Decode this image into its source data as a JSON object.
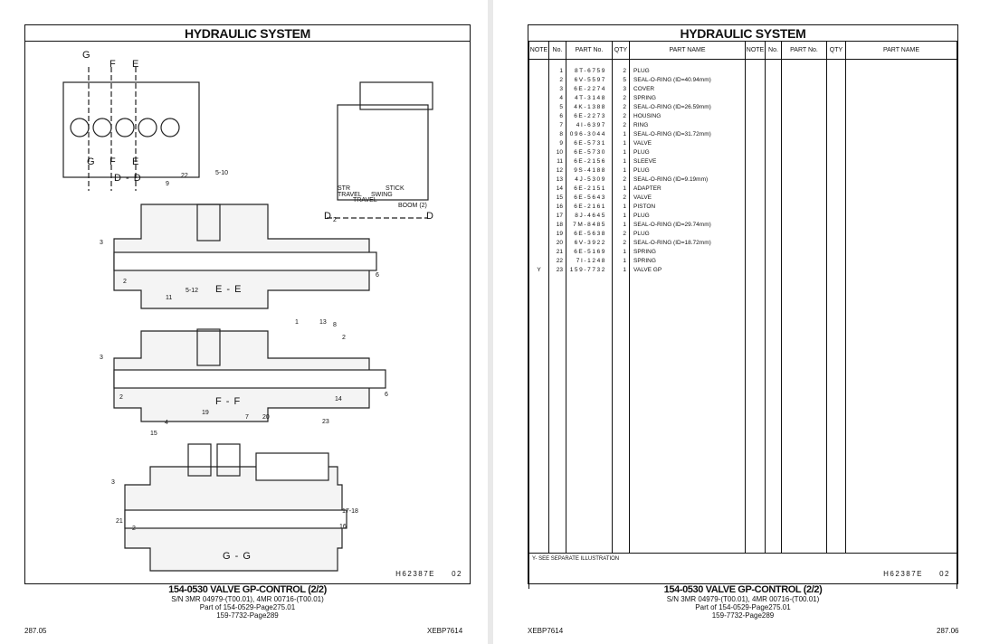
{
  "left_page": {
    "title": "HYDRAULIC  SYSTEM",
    "sections": [
      "D - D",
      "E - E",
      "F - F",
      "G - G"
    ],
    "view_labels": [
      "G",
      "F",
      "E",
      "G",
      "F",
      "E",
      "D",
      "D",
      "STR",
      "TRAVEL",
      "TRAVEL",
      "STICK",
      "SWING",
      "BOOM (2)"
    ],
    "callouts": [
      "22",
      "5-10",
      "9",
      "3",
      "2",
      "2",
      "6",
      "5-12",
      "11",
      "1",
      "13",
      "8",
      "2",
      "3",
      "2",
      "14",
      "6",
      "19",
      "7",
      "20",
      "4",
      "15",
      "23",
      "3",
      "21",
      "2",
      "17-18",
      "16"
    ],
    "drawing_code": "H62387E",
    "drawing_rev": "02",
    "caption": {
      "title": "154-0530  VALVE  GP-CONTROL (2/2)",
      "sn": "S/N 3MR 04979-(T00.01), 4MR 00716-(T00.01)",
      "part_of": "Part of 154-0529-Page275.01",
      "ref": "159-7732-Page289"
    },
    "page_number": "287.05",
    "doc_code": "XEBP7614"
  },
  "right_page": {
    "title": "HYDRAULIC  SYSTEM",
    "headers": {
      "note": "NOTE",
      "no": "No.",
      "part_no": "PART No.",
      "qty": "QTY",
      "part_name": "PART NAME"
    },
    "parts": [
      {
        "note": "",
        "no": "1",
        "part_no": "8T-6759",
        "qty": "2",
        "name": "PLUG"
      },
      {
        "note": "",
        "no": "2",
        "part_no": "6V-5597",
        "qty": "5",
        "name": "SEAL-O-RING (ID=40.94mm)"
      },
      {
        "note": "",
        "no": "3",
        "part_no": "6E-2274",
        "qty": "3",
        "name": "COVER"
      },
      {
        "note": "",
        "no": "4",
        "part_no": "4T-3148",
        "qty": "2",
        "name": "SPRING"
      },
      {
        "note": "",
        "no": "5",
        "part_no": "4K-1388",
        "qty": "2",
        "name": "SEAL-O-RING (ID=26.59mm)"
      },
      {
        "note": "",
        "no": "6",
        "part_no": "6E-2273",
        "qty": "2",
        "name": "HOUSING"
      },
      {
        "note": "",
        "no": "7",
        "part_no": "4I-6397",
        "qty": "2",
        "name": "RING"
      },
      {
        "note": "",
        "no": "8",
        "part_no": "096-3044",
        "qty": "1",
        "name": "SEAL-O-RING (ID=31.72mm)"
      },
      {
        "note": "",
        "no": "9",
        "part_no": "6E-5731",
        "qty": "1",
        "name": "VALVE"
      },
      {
        "note": "",
        "no": "10",
        "part_no": "6E-5730",
        "qty": "1",
        "name": "PLUG"
      },
      {
        "note": "",
        "no": "11",
        "part_no": "6E-2156",
        "qty": "1",
        "name": "SLEEVE"
      },
      {
        "note": "",
        "no": "12",
        "part_no": "9S-4188",
        "qty": "1",
        "name": "PLUG"
      },
      {
        "note": "",
        "no": "13",
        "part_no": "4J-5309",
        "qty": "2",
        "name": "SEAL-O-RING (ID=9.19mm)"
      },
      {
        "note": "",
        "no": "14",
        "part_no": "6E-2151",
        "qty": "1",
        "name": "ADAPTER"
      },
      {
        "note": "",
        "no": "15",
        "part_no": "6E-5643",
        "qty": "2",
        "name": "VALVE"
      },
      {
        "note": "",
        "no": "16",
        "part_no": "6E-2161",
        "qty": "1",
        "name": "PISTON"
      },
      {
        "note": "",
        "no": "17",
        "part_no": "8J-4645",
        "qty": "1",
        "name": "PLUG"
      },
      {
        "note": "",
        "no": "18",
        "part_no": "7M-8485",
        "qty": "1",
        "name": "SEAL-O-RING (ID=29.74mm)"
      },
      {
        "note": "",
        "no": "19",
        "part_no": "6E-5638",
        "qty": "2",
        "name": "PLUG"
      },
      {
        "note": "",
        "no": "20",
        "part_no": "6V-3922",
        "qty": "2",
        "name": "SEAL-O-RING (ID=18.72mm)"
      },
      {
        "note": "",
        "no": "21",
        "part_no": "6E-5169",
        "qty": "1",
        "name": "SPRING"
      },
      {
        "note": "",
        "no": "22",
        "part_no": "7I-1248",
        "qty": "1",
        "name": "SPRING"
      },
      {
        "note": "Y",
        "no": "23",
        "part_no": "159-7732",
        "qty": "1",
        "name": "VALVE  GP"
      }
    ],
    "legend": "Y- SEE  SEPARATE  ILLUSTRATION",
    "drawing_code": "H62387E",
    "drawing_rev": "02",
    "caption": {
      "title": "154-0530  VALVE  GP-CONTROL (2/2)",
      "sn": "S/N 3MR 04979-(T00.01), 4MR 00716-(T00.01)",
      "part_of": "Part of 154-0529-Page275.01",
      "ref": "159-7732-Page289"
    },
    "page_number": "287.06",
    "doc_code": "XEBP7614"
  }
}
